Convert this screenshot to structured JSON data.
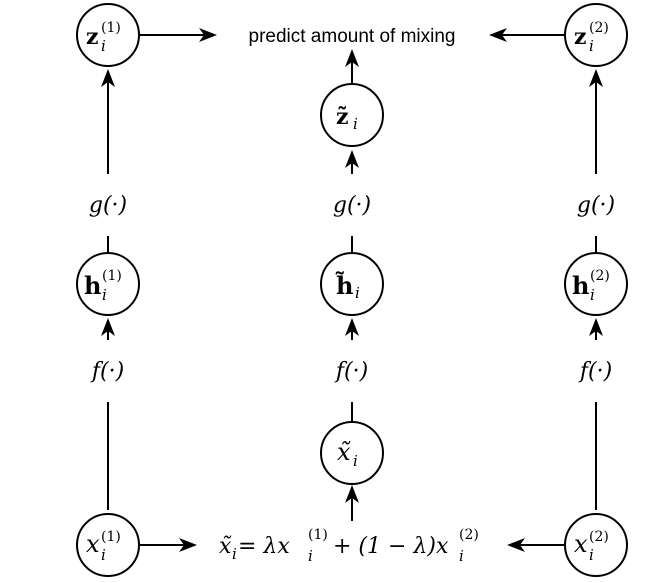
{
  "prediction_label": "predict amount of mixing",
  "top_left": {
    "symbol": "z",
    "sub": "i",
    "sup": "(1)"
  },
  "top_right": {
    "symbol": "z",
    "sub": "i",
    "sup": "(2)"
  },
  "top_mid": {
    "symbol": "z̃",
    "sub": "i"
  },
  "hidden_left": {
    "symbol": "h",
    "sub": "i",
    "sup": "(1)"
  },
  "hidden_right": {
    "symbol": "h",
    "sub": "i",
    "sup": "(2)"
  },
  "hidden_mid": {
    "symbol": "h̃",
    "sub": "i"
  },
  "input_left": {
    "symbol": "x",
    "sub": "i",
    "sup": "(1)"
  },
  "input_right": {
    "symbol": "x",
    "sub": "i",
    "sup": "(2)"
  },
  "input_mid": {
    "symbol": "x̃",
    "sub": "i"
  },
  "g_label": "g(·)",
  "f_label": "f(·)",
  "mix_formula": {
    "lhs": "x̃",
    "lhs_sub": "i",
    "eq": " = λx",
    "t1_sub": "i",
    "t1_sup": "(1)",
    "mid": " + (1 − λ)x",
    "t2_sub": "i",
    "t2_sup": "(2)"
  }
}
